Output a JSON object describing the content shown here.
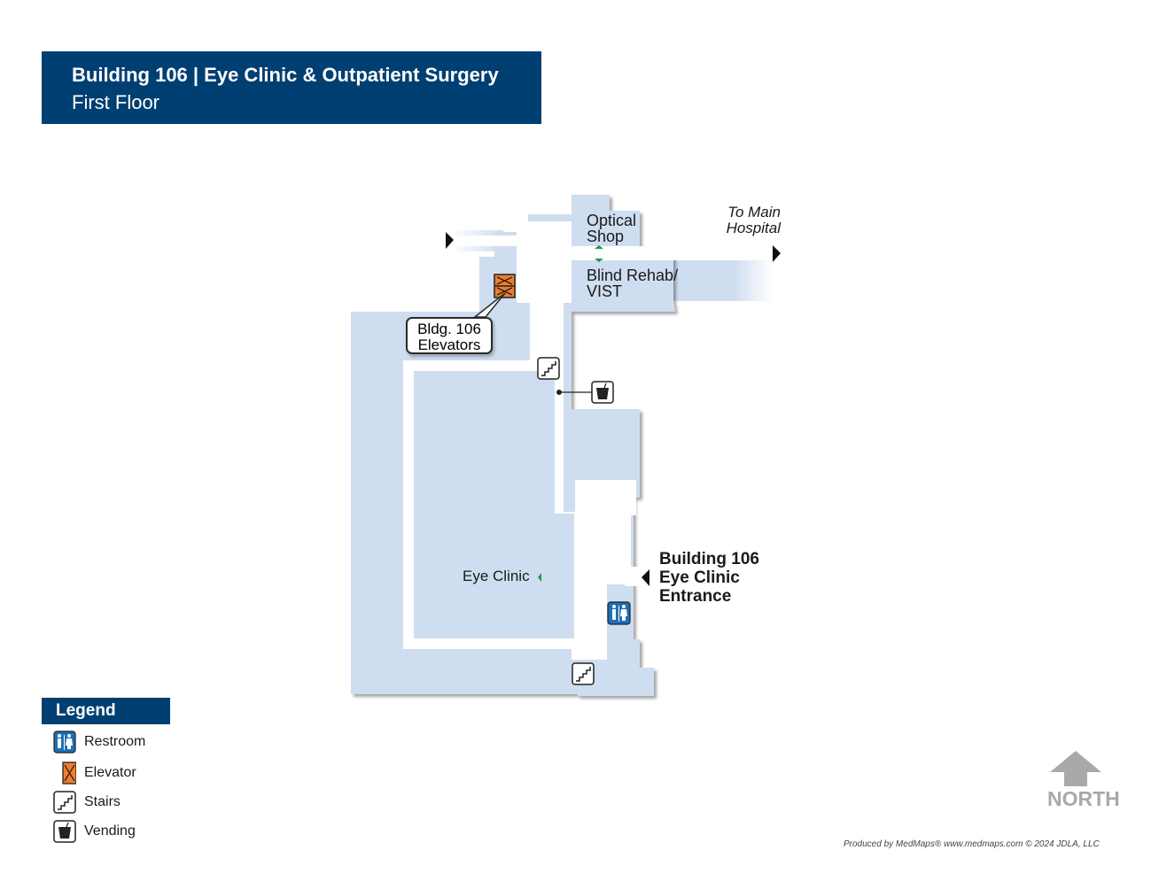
{
  "header": {
    "title": "Building 106 | Eye Clinic & Outpatient Surgery",
    "subtitle": "First Floor"
  },
  "map": {
    "rooms": {
      "optical_shop": [
        "Optical",
        "Shop"
      ],
      "blind_rehab": [
        "Blind Rehab/",
        "VIST"
      ],
      "eye_clinic": "Eye Clinic"
    },
    "to_main_hospital": [
      "To Main",
      "Hospital"
    ],
    "elevator_callout": [
      "Bldg. 106",
      "Elevators"
    ],
    "entrance": [
      "Building 106",
      "Eye Clinic",
      "Entrance"
    ],
    "colors": {
      "floor": "#cfddf0",
      "corridor": "#ffffff",
      "header": "#003f72",
      "elevator": "#f07d2b",
      "restroom": "#1e6fb5",
      "entrance_marker": "#1a9a4a"
    }
  },
  "legend": {
    "title": "Legend",
    "items": [
      {
        "icon": "restroom-icon",
        "label": "Restroom"
      },
      {
        "icon": "elevator-icon",
        "label": "Elevator"
      },
      {
        "icon": "stairs-icon",
        "label": "Stairs"
      },
      {
        "icon": "vending-icon",
        "label": "Vending"
      }
    ]
  },
  "compass": {
    "label": "NORTH"
  },
  "credit": "Produced by MedMaps®  www.medmaps.com   © 2024 JDLA, LLC"
}
